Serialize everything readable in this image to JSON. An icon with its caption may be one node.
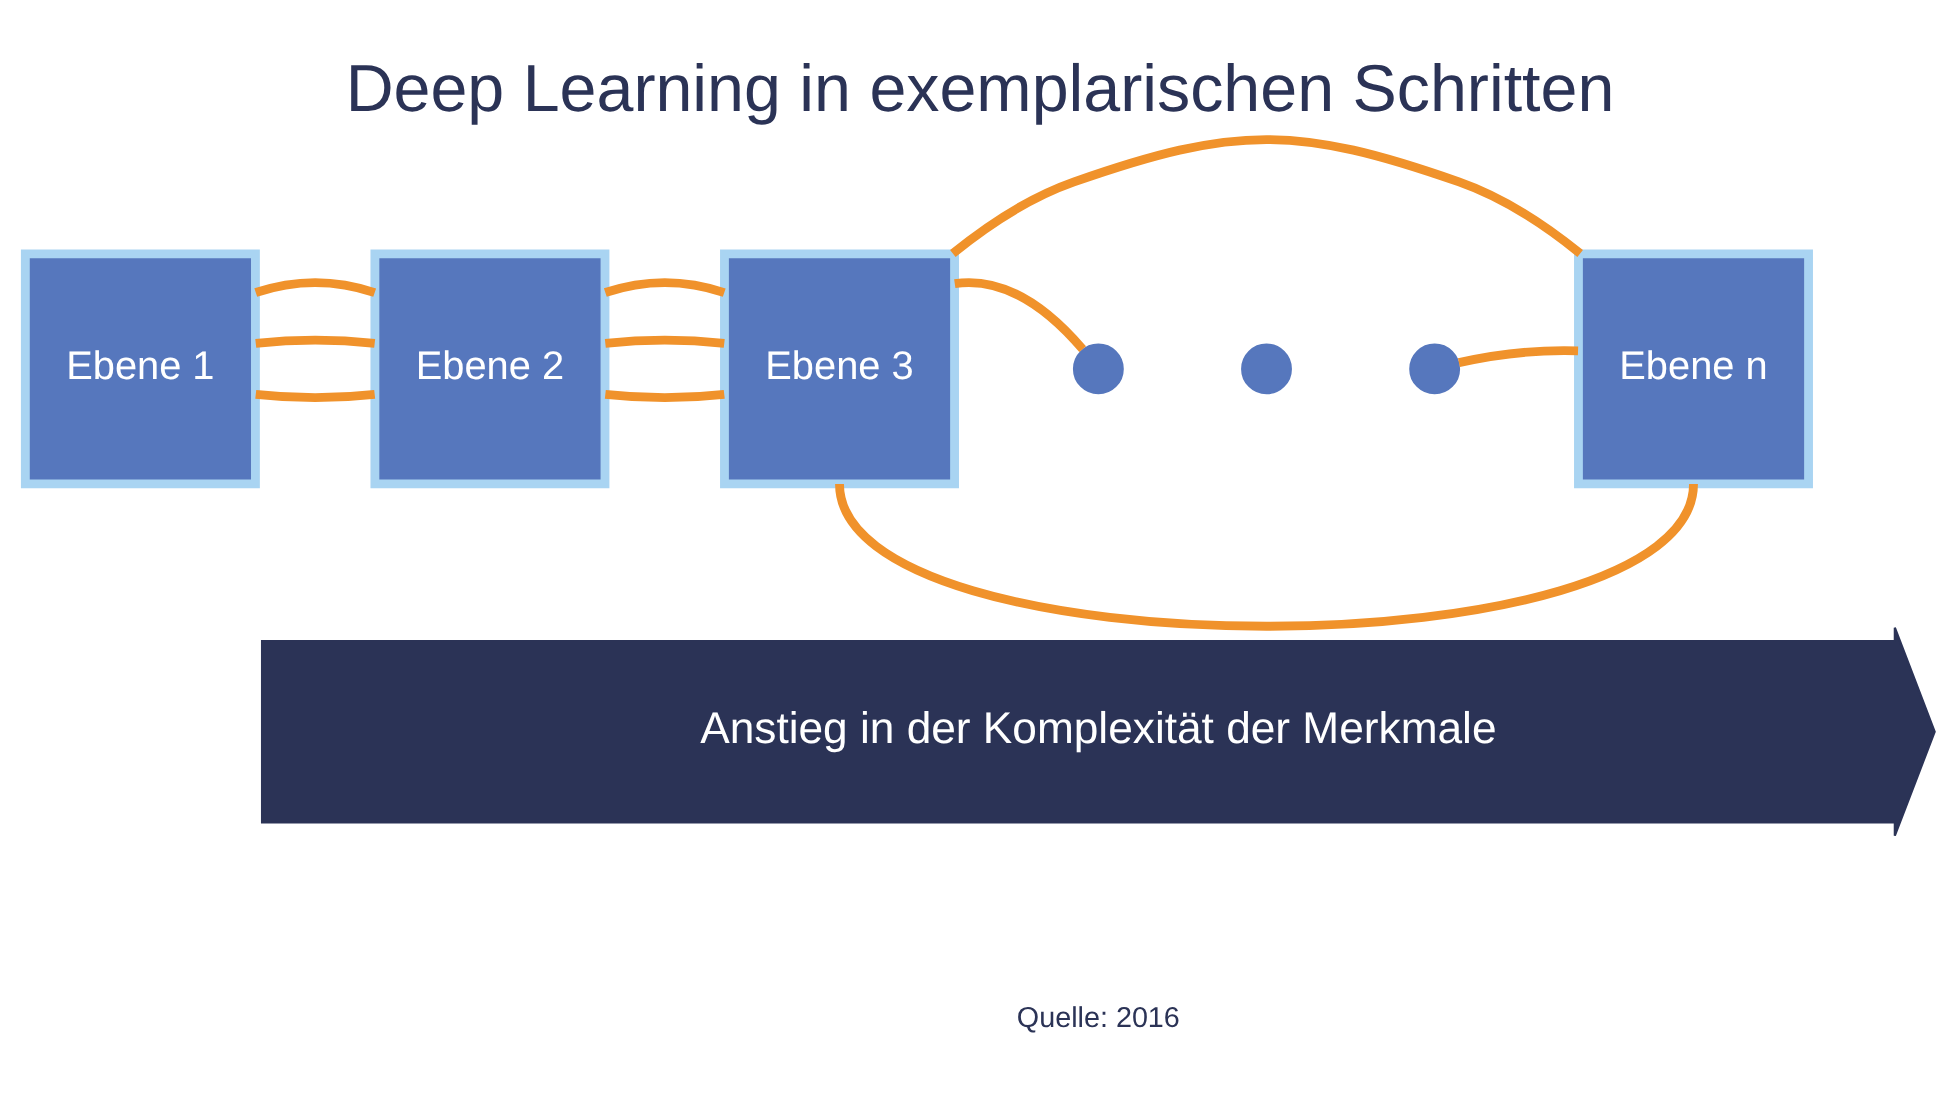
{
  "diagram": {
    "title": "Deep Learning in exemplarischen Schritten",
    "nodes": [
      {
        "text": [
          "Ebene 1"
        ]
      },
      {
        "text": [
          "Ebene 2"
        ]
      },
      {
        "text": [
          "Ebene 3"
        ]
      },
      {
        "text": [],
        "shape": "circle"
      },
      {
        "text": [],
        "shape": "circle"
      },
      {
        "text": [],
        "shape": "circle"
      },
      {
        "text": [
          "Ebene n"
        ]
      },
      {
        "text": [
          "Anstieg in der Komplexität der Merkmale"
        ]
      }
    ],
    "edges": [
      {
        "from": 0,
        "to": 1,
        "arrow": "none"
      },
      {
        "from": 0,
        "to": 1,
        "arrow": "none"
      },
      {
        "from": 0,
        "to": 1,
        "arrow": "none"
      },
      {
        "from": 1,
        "to": 2,
        "arrow": "none"
      },
      {
        "from": 1,
        "to": 2,
        "arrow": "none"
      },
      {
        "from": 1,
        "to": 2,
        "arrow": "none"
      },
      {
        "from": 2,
        "to": 6,
        "arrow": "none"
      },
      {
        "from": 2,
        "to": 3,
        "arrow": "none"
      },
      {
        "from": 5,
        "to": 6,
        "arrow": "none"
      },
      {
        "from": 2,
        "to": 6,
        "arrow": "none"
      }
    ],
    "labels": [
      "Quelle: 2016"
    ]
  }
}
